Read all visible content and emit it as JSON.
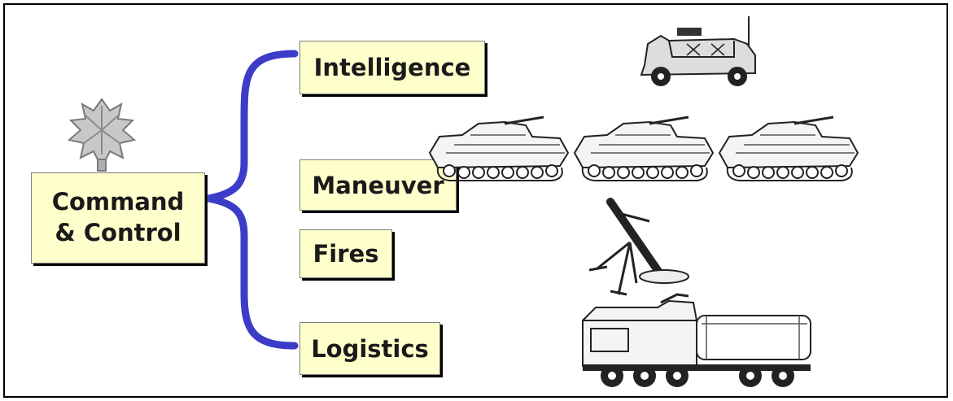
{
  "center_box": {
    "line1": "Command",
    "line2": "& Control"
  },
  "branches": [
    {
      "id": "intelligence",
      "label": "Intelligence",
      "icon": "humvee-icon"
    },
    {
      "id": "maneuver",
      "label": "Maneuver",
      "icon": "infantry-fighting-vehicle-icon"
    },
    {
      "id": "fires",
      "label": "Fires",
      "icon": "mortar-icon"
    },
    {
      "id": "logistics",
      "label": "Logistics",
      "icon": "fuel-truck-icon"
    }
  ],
  "rank_insignia": "oak-leaf-icon",
  "colors": {
    "box_fill": "#ffffcc",
    "brace": "#3c3cc8",
    "frame": "#000000"
  }
}
